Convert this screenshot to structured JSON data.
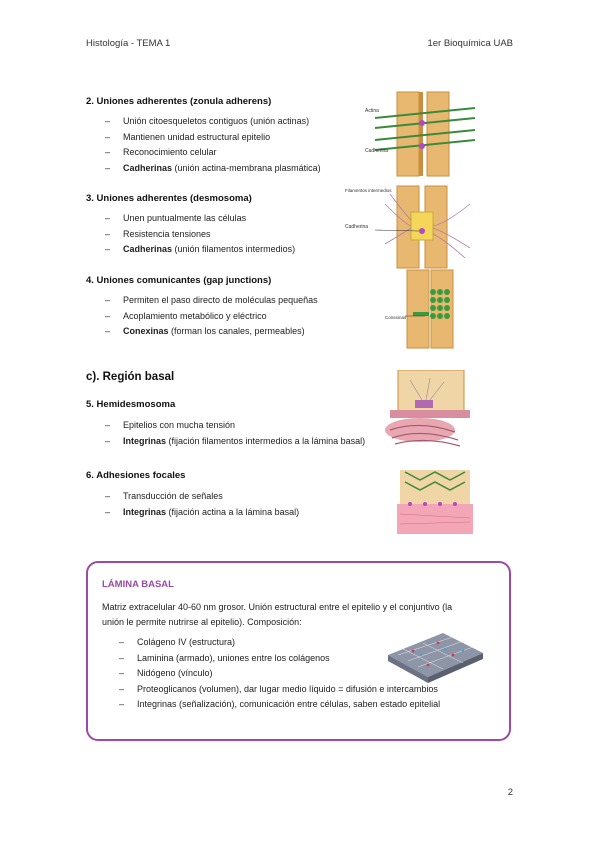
{
  "header": {
    "left": "Histología - TEMA 1",
    "right": "1er Bioquímica UAB"
  },
  "sections": [
    {
      "title": "2. Uniones adherentes (zonula adherens)",
      "items": [
        {
          "bold": "",
          "text": "Unión citoesqueletos contiguos (unión actinas)"
        },
        {
          "bold": "",
          "text": "Mantienen unidad estructural epitelio"
        },
        {
          "bold": "",
          "text": "Reconocimiento celular"
        },
        {
          "bold": "Cadherinas",
          "text": " (unión actina-membrana plasmática)"
        }
      ]
    },
    {
      "title": "3. Uniones adherentes (desmosoma)",
      "items": [
        {
          "bold": "",
          "text": "Unen puntualmente las células"
        },
        {
          "bold": "",
          "text": "Resistencia tensiones"
        },
        {
          "bold": "Cadherinas",
          "text": " (unión filamentos intermedios)"
        }
      ]
    },
    {
      "title": "4. Uniones comunicantes (gap junctions)",
      "items": [
        {
          "bold": "",
          "text": "Permiten el paso directo de moléculas pequeñas"
        },
        {
          "bold": "",
          "text": "Acoplamiento metabólico y eléctrico"
        },
        {
          "bold": "Conexinas",
          "text": " (forman los canales, permeables)"
        }
      ]
    }
  ],
  "region": "c). Región basal",
  "basal_sections": [
    {
      "title": "5. Hemidesmosoma",
      "items": [
        {
          "bold": "",
          "text": "Epitelios con mucha tensión"
        },
        {
          "bold": "Integrinas",
          "text": " (fijación filamentos intermedios a la lámina basal)"
        }
      ]
    },
    {
      "title": "6. Adhesiones focales",
      "items": [
        {
          "bold": "",
          "text": "Transducción de señales"
        },
        {
          "bold": "Integrinas",
          "text": " (fijación actina a la lámina basal)"
        }
      ]
    }
  ],
  "box": {
    "title": "LÁMINA BASAL",
    "line1": "Matriz extracelular 40-60 nm grosor. Unión estructural entre el epitelio y el conjuntivo (la",
    "line2": "unión le permite nutrirse al epitelio). Composición:",
    "items": [
      "Colágeno IV (estructura)",
      "Laminina (armado), uniones entre los colágenos",
      "Nidógeno (vínculo)",
      "Proteoglicanos (volumen), dar lugar medio líquido = difusión e intercambios",
      "Integrinas (señalización), comunicación entre células, saben estado epitelial"
    ]
  },
  "figures": {
    "fig1_labels": [
      "Actina",
      "Cadherina"
    ],
    "fig2_labels": [
      "Filamentos intermedios",
      "Cadherina"
    ],
    "fig3_labels": [
      "Conexinas"
    ]
  },
  "colors": {
    "accent": "#9b4aa6",
    "cell": "#e9b870",
    "cell_dark": "#c98f3e",
    "actin": "#3b8a3b",
    "tissue": "#e9a7b2"
  },
  "page_number": "2"
}
